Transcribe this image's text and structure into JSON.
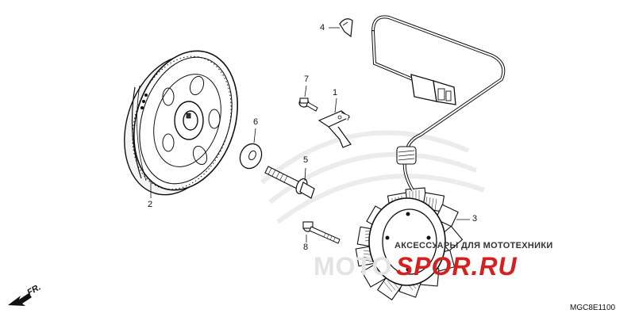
{
  "diagram": {
    "callouts": [
      "1",
      "2",
      "3",
      "4",
      "5",
      "6",
      "7",
      "8"
    ],
    "front_marker": "FR.",
    "code": "MGC8E1100"
  },
  "watermark": {
    "tagline": "АКСЕССУАРЫ ДЛЯ МОТОТЕХНИКИ",
    "brand_prefix": "MOTO",
    "brand_main": "SPOR.RU",
    "colors": {
      "brand": "#d61f1f",
      "tagline": "#333333"
    }
  }
}
